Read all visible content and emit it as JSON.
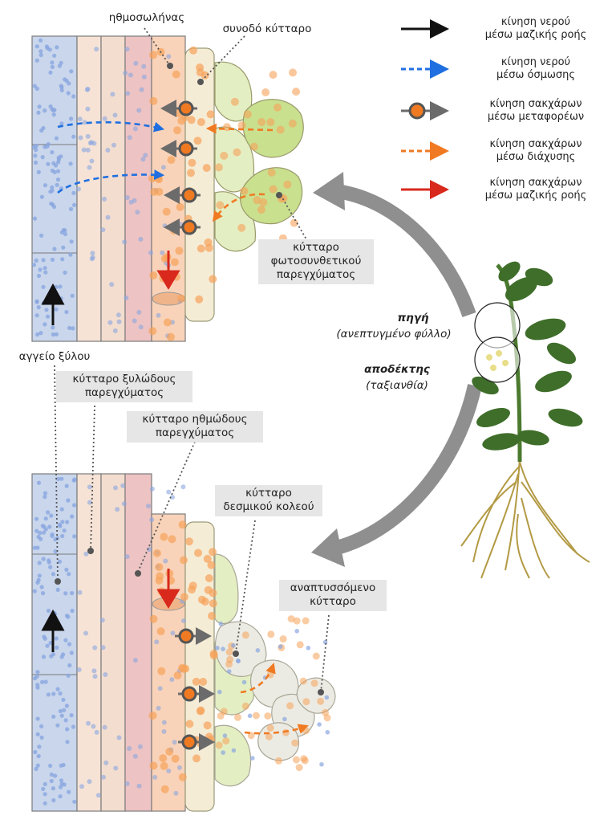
{
  "legend": [
    {
      "line1": "κίνηση νερού",
      "line2": "μέσω μαζικής ροής",
      "color": "#111111",
      "style": "solid"
    },
    {
      "line1": "κίνηση νερού",
      "line2": "μέσω όσμωσης",
      "color": "#1f6fe0",
      "style": "dashed"
    },
    {
      "line1": "κίνηση σακχάρων",
      "line2": "μέσω μεταφορέων",
      "color": "#6b6b6b",
      "style": "carrier"
    },
    {
      "line1": "κίνηση σακχάρων",
      "line2": "μέσω διάχυσης",
      "color": "#f07a22",
      "style": "dashed"
    },
    {
      "line1": "κίνηση σακχάρων",
      "line2": "μέσω μαζικής ροής",
      "color": "#d8291c",
      "style": "solid"
    }
  ],
  "labels": {
    "sieve_tube": "ηθμοσωλήνας",
    "companion_cell": "συνοδό κύτταρο",
    "photosynthetic_line1": "κύτταρο",
    "photosynthetic_line2": "φωτοσυνθετικού",
    "photosynthetic_line3": "παρεγχύματος",
    "xylem_vessel": "αγγείο ξύλου",
    "xylem_parenchyma_line1": "κύτταρο ξυλώδους",
    "xylem_parenchyma_line2": "παρεγχύματος",
    "phloem_parenchyma_line1": "κύτταρο ηθμώδους",
    "phloem_parenchyma_line2": "παρεγχύματος",
    "bundle_sheath_line1": "κύτταρο",
    "bundle_sheath_line2": "δεσμικού κολεού",
    "developing_line1": "αναπτυσσόμενο",
    "developing_line2": "κύτταρο",
    "source_title": "πηγή",
    "source_sub": "(ανεπτυγμένο φύλλο)",
    "sink_title": "αποδέκτης",
    "sink_sub": "(ταξιανθία)"
  },
  "colors": {
    "xylem_fill": "#c9d6ec",
    "xylem_parenchyma": "#f6e3d6",
    "phloem_parenchyma": "#edc3c3",
    "sieve_tube": "#f9d3b9",
    "companion": "#f5ecd6",
    "mesophyll": "#c9e08f",
    "sink_cells": "#ecebe3",
    "blue_dot": "#8aa6e0",
    "orange_dot": "#f6a25a",
    "big_arrow": "#8f8f8f"
  }
}
